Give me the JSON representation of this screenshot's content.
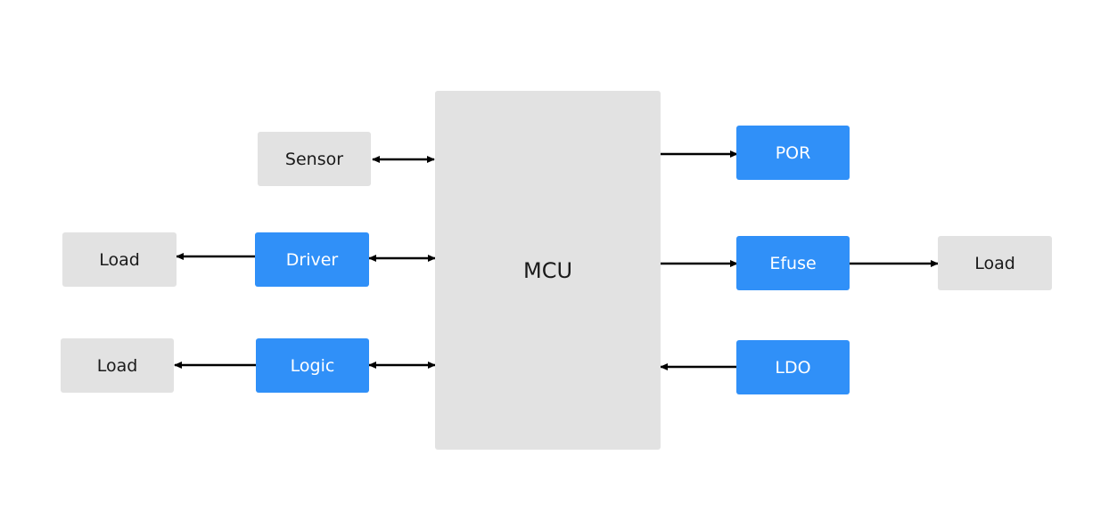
{
  "blocks": {
    "mcu": "MCU",
    "sensor": "Sensor",
    "driver": "Driver",
    "logic": "Logic",
    "load_driver": "Load",
    "load_logic": "Load",
    "por": "POR",
    "efuse": "Efuse",
    "ldo": "LDO",
    "load_efuse": "Load"
  },
  "colors": {
    "gray_block": "#e2e2e2",
    "blue_block": "#3090f8",
    "arrow": "#000000"
  },
  "connections": [
    {
      "from": "sensor",
      "to": "mcu",
      "direction": "bidirectional"
    },
    {
      "from": "driver",
      "to": "mcu",
      "direction": "bidirectional"
    },
    {
      "from": "logic",
      "to": "mcu",
      "direction": "bidirectional"
    },
    {
      "from": "driver",
      "to": "load_driver",
      "direction": "forward"
    },
    {
      "from": "logic",
      "to": "load_logic",
      "direction": "forward"
    },
    {
      "from": "mcu",
      "to": "por",
      "direction": "forward"
    },
    {
      "from": "mcu",
      "to": "efuse",
      "direction": "forward"
    },
    {
      "from": "efuse",
      "to": "load_efuse",
      "direction": "forward"
    },
    {
      "from": "ldo",
      "to": "mcu",
      "direction": "forward"
    }
  ]
}
